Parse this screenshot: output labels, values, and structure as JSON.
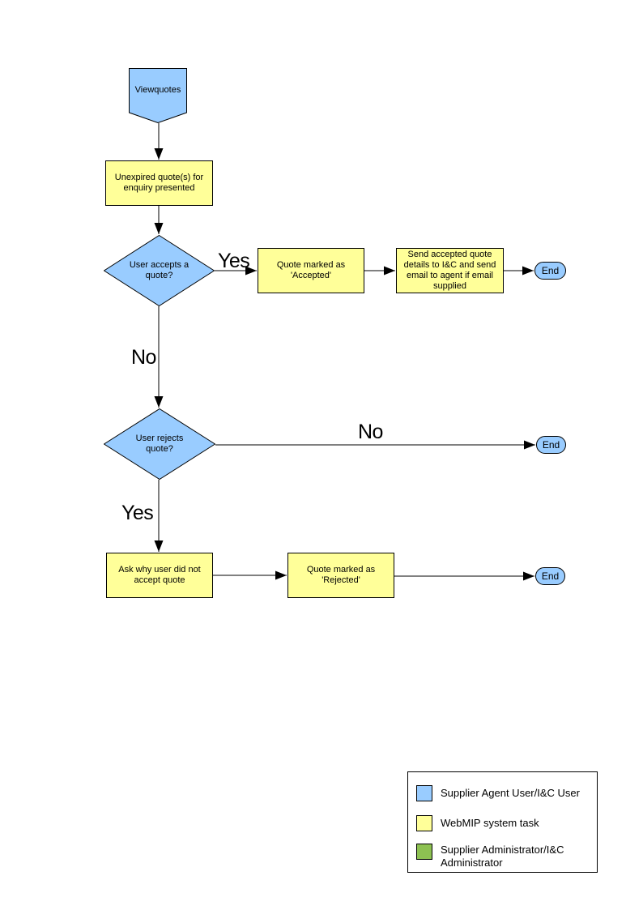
{
  "page": {
    "background": "#FFFFFF"
  },
  "colors": {
    "supplier_agent_user": "#99CCFF",
    "webmip_system_task": "#FFFF99",
    "supplier_administrator": "#8DC152",
    "outline": "#000000"
  },
  "flowchart": {
    "nodes": {
      "start": {
        "label": "Viewquotes",
        "type": "pentagon"
      },
      "present": {
        "label": "Unexpired quote(s) for enquiry presented",
        "type": "process"
      },
      "accept_decision": {
        "label": "User accepts a quote?",
        "type": "decision"
      },
      "mark_accepted": {
        "label": "Quote  marked as 'Accepted'",
        "type": "process"
      },
      "send_details": {
        "label": "Send accepted quote details to I&C and send email to agent if email supplied",
        "type": "process"
      },
      "end_accepted": {
        "label": "End",
        "type": "terminator"
      },
      "reject_decision": {
        "label": "User rejects quote?",
        "type": "decision"
      },
      "end_not_rejected": {
        "label": "End",
        "type": "terminator"
      },
      "ask_why": {
        "label": "Ask why user did not accept quote",
        "type": "process"
      },
      "mark_rejected": {
        "label": "Quote  marked as 'Rejected'",
        "type": "process"
      },
      "end_rejected": {
        "label": "End",
        "type": "terminator"
      }
    },
    "edge_labels": {
      "accept_yes": "Yes",
      "accept_no": "No",
      "reject_no": "No",
      "reject_yes": "Yes"
    },
    "edges": [
      {
        "from": "start",
        "to": "present"
      },
      {
        "from": "present",
        "to": "accept_decision"
      },
      {
        "from": "accept_decision",
        "to": "mark_accepted",
        "label": "Yes"
      },
      {
        "from": "mark_accepted",
        "to": "send_details"
      },
      {
        "from": "send_details",
        "to": "end_accepted"
      },
      {
        "from": "accept_decision",
        "to": "reject_decision",
        "label": "No"
      },
      {
        "from": "reject_decision",
        "to": "end_not_rejected",
        "label": "No"
      },
      {
        "from": "reject_decision",
        "to": "ask_why",
        "label": "Yes"
      },
      {
        "from": "ask_why",
        "to": "mark_rejected"
      },
      {
        "from": "mark_rejected",
        "to": "end_rejected"
      }
    ]
  },
  "legend": {
    "items": [
      {
        "label": "Supplier Agent User/I&C User",
        "color": "#99CCFF"
      },
      {
        "label": "WebMIP system task",
        "color": "#FFFF99"
      },
      {
        "label": "Supplier Administrator/I&C Administrator",
        "color": "#8DC152"
      }
    ]
  }
}
